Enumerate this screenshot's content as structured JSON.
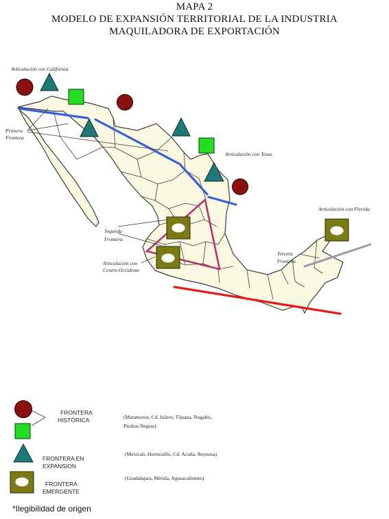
{
  "title": {
    "line1": "MAPA 2",
    "line2": "MODELO DE EXPANSIÓN TERRITORIAL DE LA INDUSTRIA",
    "line3": "MAQUILADORA DE EXPORTACIÓN"
  },
  "annotations": {
    "california": "Articulación con California",
    "primera_1": "Primera",
    "primera_2": "Frontera",
    "texas": "Articulación con Texas",
    "segunda_1": "Segunda",
    "segunda_2": "Frontera",
    "centro_1": "Articulación con",
    "centro_2": "Centro-Occidente",
    "florida": "Articulación con Florida",
    "tercera_1": "Tercera",
    "tercera_2": "Frontera"
  },
  "legend": {
    "historica_1": "FRONTERA",
    "historica_2": "HISTÓRICA",
    "historica_desc_1": "(Matamoros, Cd. Juárez, Tijuana, Nogales,",
    "historica_desc_2": "Piedras Negras)",
    "expansion_1": "FRONTERA EN",
    "expansion_2": "EXPANSION",
    "expansion_desc": "(Mexicali, Hermosillo, Cd. Acuña, Reynosa)",
    "emergente_1": "FRONTERA",
    "emergente_2": "EMERGENTE",
    "emergente_desc": "(Guadalajara, Mérida, Aguascalientes)"
  },
  "note": "*Ilegibilidad de origen",
  "colors": {
    "land": "#fbf8e2",
    "border": "#3c3c3c",
    "historica": "#8b1010",
    "expansion": "#1e7a78",
    "historica_square": "#22dd22",
    "emergente": "#7c7a14",
    "primera_frontera": "#3a5fd6",
    "segunda_frontera": "#b8336a",
    "tercera_frontera": "#9a9aaa",
    "centro_line": "#e21c1c"
  }
}
